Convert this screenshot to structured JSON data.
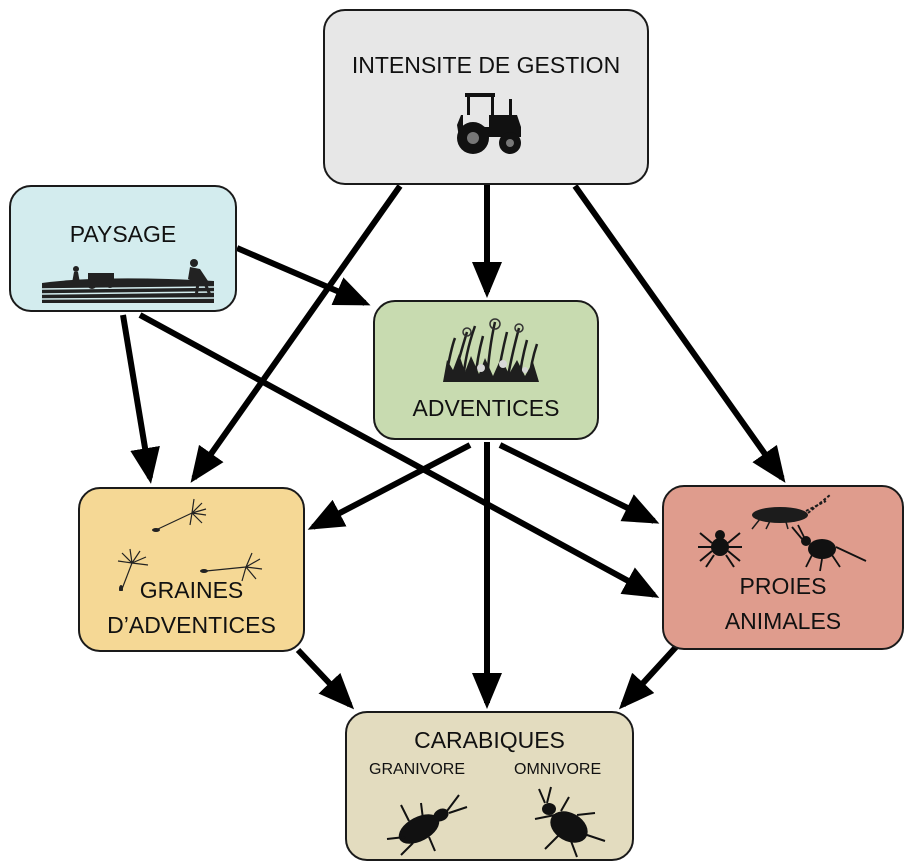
{
  "nodes": {
    "gestion": {
      "label": "INTENSITE DE GESTION",
      "icon": "tractor-icon",
      "color": "#e7e7e7"
    },
    "paysage": {
      "label": "PAYSAGE",
      "icon": "farm-landscape-icon",
      "color": "#d3ecee"
    },
    "adventices": {
      "label": "ADVENTICES",
      "icon": "weeds-icon",
      "color": "#c8dbb0"
    },
    "graines": {
      "label_line1": "GRAINES",
      "label_line2": "D’ADVENTICES",
      "icon": "dandelion-seeds-icon",
      "color": "#f5d895"
    },
    "proies": {
      "label_line1": "PROIES",
      "label_line2": "ANIMALES",
      "icons": [
        "spider-icon",
        "springtail-icon",
        "aphid-icon"
      ],
      "color": "#df9c8d"
    },
    "carabiques": {
      "label": "CARABIQUES",
      "sub_left": "GRANIVORE",
      "sub_right": "OMNIVORE",
      "icons": [
        "ground-beetle-icon",
        "ground-beetle-icon"
      ],
      "color": "#e3dcbf"
    }
  },
  "edges": [
    {
      "from": "gestion",
      "to": "adventices"
    },
    {
      "from": "gestion",
      "to": "graines"
    },
    {
      "from": "gestion",
      "to": "proies"
    },
    {
      "from": "paysage",
      "to": "adventices"
    },
    {
      "from": "paysage",
      "to": "graines"
    },
    {
      "from": "paysage",
      "to": "proies"
    },
    {
      "from": "adventices",
      "to": "graines"
    },
    {
      "from": "adventices",
      "to": "proies"
    },
    {
      "from": "adventices",
      "to": "carabiques"
    },
    {
      "from": "graines",
      "to": "carabiques"
    },
    {
      "from": "proies",
      "to": "carabiques"
    }
  ]
}
